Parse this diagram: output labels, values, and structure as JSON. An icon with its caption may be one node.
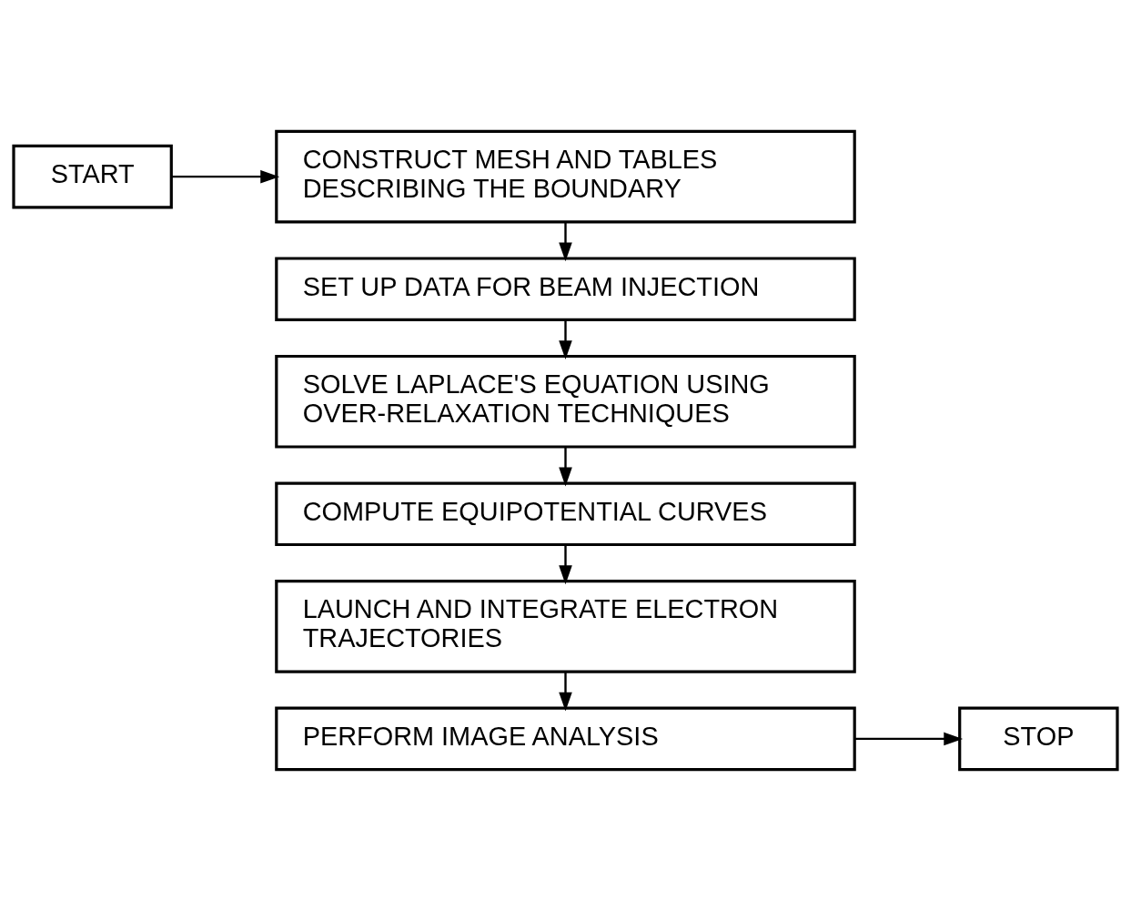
{
  "diagram": {
    "nodes": [
      {
        "text": [
          "START"
        ]
      },
      {
        "text": [
          "CONSTRUCT MESH AND TABLES DESCRIBING THE BOUNDARY"
        ]
      },
      {
        "text": [
          "SET UP DATA FOR BEAM INJECTION"
        ]
      },
      {
        "text": [
          "SOLVE LAPLACE'S EQUATION USING OVER-RELAXATION TECHNIQUES"
        ]
      },
      {
        "text": [
          "COMPUTE EQUIPOTENTIAL CURVES"
        ]
      },
      {
        "text": [
          "LAUNCH AND INTEGRATE ELECTRON TRAJECTORIES"
        ]
      },
      {
        "text": [
          "PERFORM IMAGE ANALYSIS"
        ]
      },
      {
        "text": [
          "STOP"
        ]
      }
    ],
    "edges": [
      {
        "from": 0,
        "to": 1,
        "arrow": "to"
      },
      {
        "from": 1,
        "to": 2,
        "arrow": "to"
      },
      {
        "from": 2,
        "to": 3,
        "arrow": "to"
      },
      {
        "from": 3,
        "to": 4,
        "arrow": "to"
      },
      {
        "from": 4,
        "to": 5,
        "arrow": "to"
      },
      {
        "from": 5,
        "to": 6,
        "arrow": "to"
      },
      {
        "from": 6,
        "to": 7,
        "arrow": "to"
      }
    ]
  }
}
